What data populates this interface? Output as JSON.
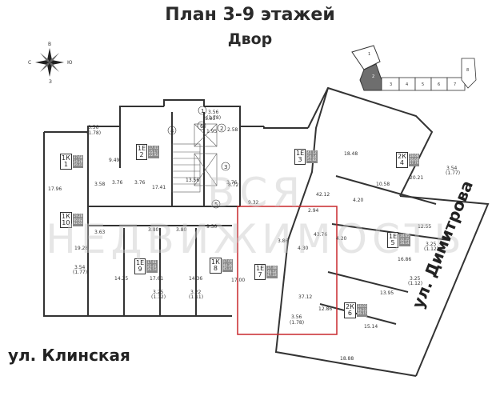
{
  "header": {
    "title": "План 3-9 этажей",
    "subtitle": "Двор"
  },
  "compass": {
    "north": "В",
    "east": "Ю",
    "south": "З",
    "west": "С"
  },
  "key_plan": {
    "sections": [
      "1",
      "2",
      "3",
      "4",
      "5",
      "6",
      "7",
      "8"
    ],
    "highlighted_section": "2",
    "highlight_color": "#6e6e6e"
  },
  "streets": {
    "left": "ул. Клинская",
    "right": "ул. Димитрова"
  },
  "watermark": "ВСЯ НЕДВИЖИМОСТЬ",
  "highlight": {
    "color": "#c8282d",
    "unit_code": "1Е",
    "unit_number": "7"
  },
  "common_areas": [
    {
      "num": "1",
      "area": "9.95"
    },
    {
      "num": "2",
      "area": "2.58"
    },
    {
      "num": "3",
      "area": "8.72"
    },
    {
      "num": "4",
      "area": "13.56"
    },
    {
      "num": "5",
      "area": "9.32"
    },
    {
      "num": "6",
      "area": "1.95"
    }
  ],
  "units": [
    {
      "code": "1К",
      "num": "1",
      "stats": [
        "37.68",
        "34.28",
        "36.31"
      ]
    },
    {
      "code": "1Е",
      "num": "2",
      "stats": [
        "17.41",
        "25.17",
        "22.93"
      ]
    },
    {
      "code": "1Е",
      "num": "3",
      "stats": [
        "42.12",
        "50.14",
        "52.82"
      ]
    },
    {
      "code": "2К",
      "num": "4",
      "stats": [
        "58.68",
        "56.60",
        "57.79"
      ]
    },
    {
      "code": "1Е",
      "num": "5",
      "stats": [
        "34.65",
        "32.25",
        "34.14"
      ]
    },
    {
      "code": "2К",
      "num": "6",
      "stats": [
        "34.03",
        "64.23",
        "66.15"
      ]
    },
    {
      "code": "1Е",
      "num": "7",
      "stats": [
        "37.48",
        "46.52",
        "47.33"
      ]
    },
    {
      "code": "1К",
      "num": "8",
      "stats": [
        "17.00",
        "44.36",
        "45.33"
      ]
    },
    {
      "code": "1Е",
      "num": "9",
      "stats": [
        "17.61",
        "25.41",
        "26.53"
      ]
    },
    {
      "code": "1К",
      "num": "10",
      "stats": [
        "19.28",
        "40.82",
        "42.65"
      ]
    }
  ],
  "dimensions": {
    "balcony_top_left": [
      "3.56",
      "(1.78)"
    ],
    "balcony_top_mid": [
      "3.56",
      "(1.78)"
    ],
    "room_17_96": "17.96",
    "room_9_49": "9.49",
    "bath_3_76a": "3.76",
    "bath_3_76b": "3.76",
    "bath_3_76c": "3.76",
    "bath_3_58": "3.58",
    "bath_3_63": "3.63",
    "room_17_41": "17.41",
    "room_18_48": "18.48",
    "room_20_21": "20.21",
    "bal_3_54": [
      "3.54",
      "(1.77)"
    ],
    "room_10_58": "10.58",
    "room_4_20a": "4.20",
    "room_4_20b": "4.20",
    "room_42_12": "42.12",
    "room_2_94": "2.94",
    "room_43_76": "43.76",
    "room_3_86": "3.86",
    "room_4_30": "4.30",
    "room_37_12": "37.12",
    "bal_3_56b": [
      "3.56",
      "(1.78)"
    ],
    "room_12_86": "12.86",
    "room_12_55": "12.55",
    "bal_3_25a": [
      "3.25",
      "(1.12)"
    ],
    "room_16_86": "16.86",
    "bal_3_25b": [
      "3.25",
      "(1.12)"
    ],
    "room_13_95": "13.95",
    "room_15_14": "15.14",
    "room_18_88": "18.88",
    "room_19_28": "19.28",
    "bal_3_54b": [
      "3.54",
      "(1.77)"
    ],
    "room_14_25": "14.25",
    "room_17_61": "17.61",
    "room_14_36": "14.36",
    "bal_3_25c": [
      "3.25",
      "(1.12)"
    ],
    "bal_3_22": [
      "3.22",
      "(1.11)"
    ],
    "bath_3_80a": "3.80",
    "bath_3_80b": "3.80",
    "room_9_30": "9.30",
    "room_17_00": "17.00"
  }
}
